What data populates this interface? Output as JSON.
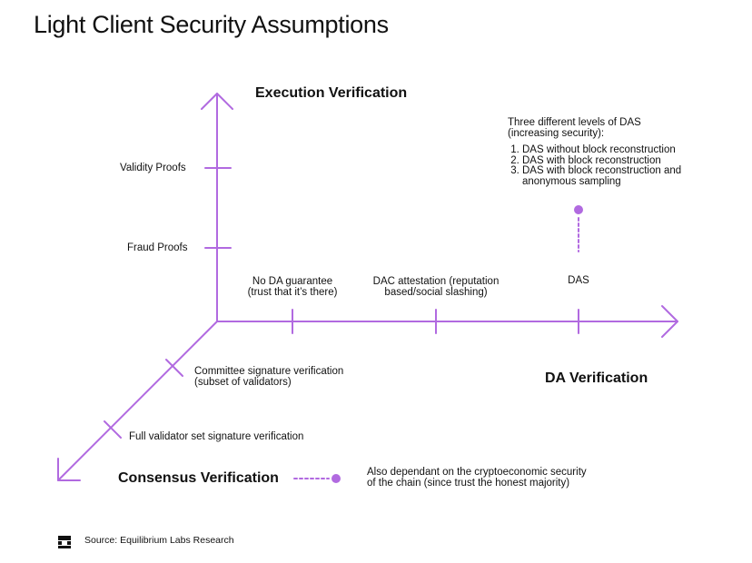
{
  "title": "Light Client Security Assumptions",
  "axes": {
    "execution": "Execution Verification",
    "da": "DA Verification",
    "consensus": "Consensus Verification"
  },
  "execution_levels": [
    "Validity Proofs",
    "Fraud Proofs"
  ],
  "da_levels": {
    "no_da_1": "No DA guarantee",
    "no_da_2": "(trust that it’s there)",
    "dac_1": "DAC attestation (reputation",
    "dac_2": "based/social slashing)",
    "das": "DAS"
  },
  "das_note": {
    "heading_1": "Three different levels of DAS",
    "heading_2": "(increasing security):",
    "items": [
      "DAS without block reconstruction",
      "DAS with block reconstruction",
      "DAS with block reconstruction and",
      "anonymous sampling"
    ]
  },
  "consensus_levels": {
    "committee_1": "Committee signature verification",
    "committee_2": "(subset of validators)",
    "full": "Full validator set signature verification"
  },
  "legend_note": {
    "line_1": "Also dependant on the cryptoeconomic security",
    "line_2": "of the chain (since trust the honest majority)"
  },
  "source": "Source: Equilibrium Labs Research",
  "colors": {
    "accent": "#b16ae0",
    "text": "#111111"
  }
}
